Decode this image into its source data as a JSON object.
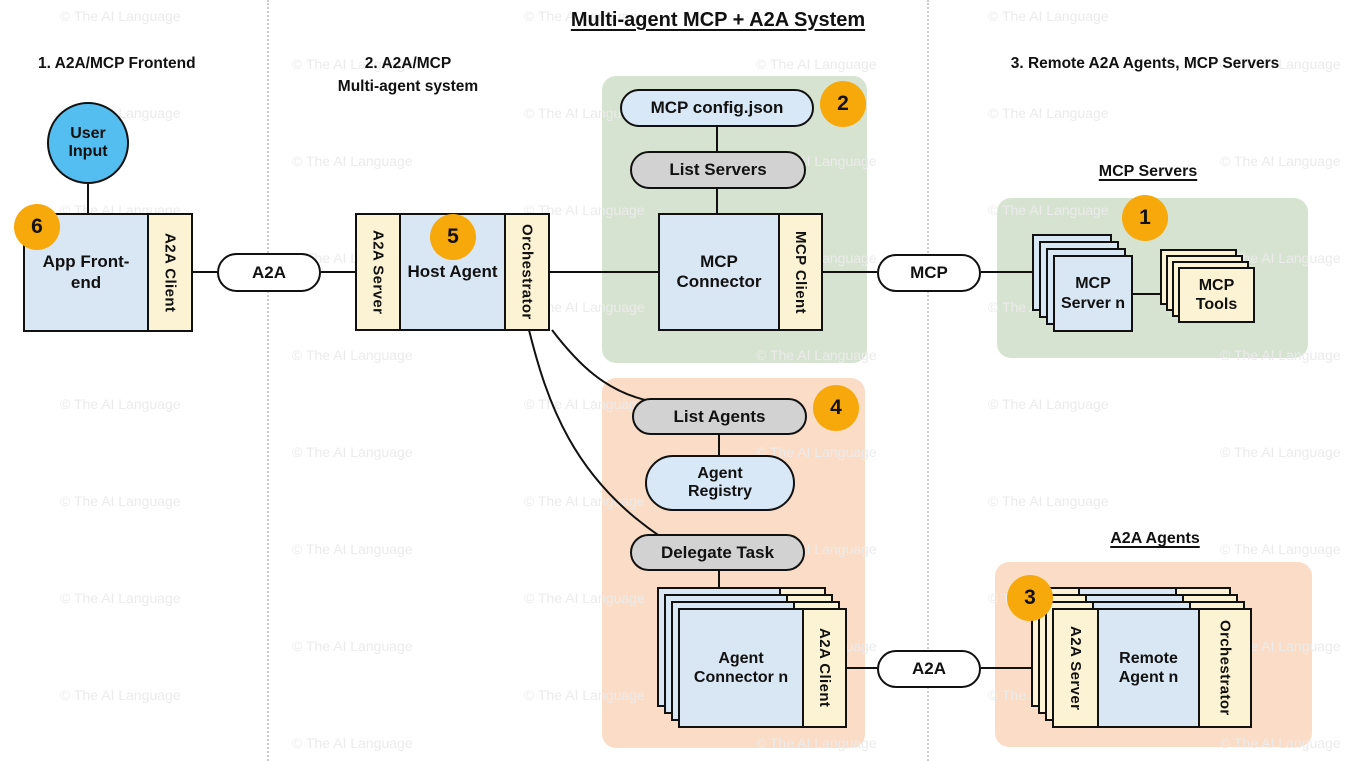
{
  "title": "Multi-agent MCP + A2A System",
  "watermark": {
    "text": "© The AI Language"
  },
  "sections": {
    "frontend": {
      "label": "1. A2A/MCP Frontend"
    },
    "system": {
      "line1": "2. A2A/MCP",
      "line2": "Multi-agent system"
    },
    "remote": {
      "label": "3. Remote A2A Agents, MCP Servers"
    }
  },
  "groups": {
    "mcp_servers_header": "MCP Servers",
    "a2a_agents_header": "A2A Agents"
  },
  "nodes": {
    "user_input": "User Input",
    "app_frontend": "App Front-end",
    "a2a_client": "A2A Client",
    "a2a_server": "A2A Server",
    "host_agent": "Host Agent",
    "orchestrator": "Orchestrator",
    "mcp_config": "MCP config.json",
    "list_servers": "List Servers",
    "mcp_connector": "MCP Connector",
    "mcp_client": "MCP Client",
    "mcp_server_n": "MCP Server n",
    "mcp_tools": "MCP Tools",
    "list_agents": "List Agents",
    "agent_registry": "Agent Registry",
    "delegate_task": "Delegate Task",
    "agent_connector_n": "Agent Connector n",
    "remote_agent_n": "Remote Agent n"
  },
  "connectors": {
    "a2a": "A2A",
    "mcp": "MCP"
  },
  "badges": {
    "one": "1",
    "two": "2",
    "three": "3",
    "four": "4",
    "five": "5",
    "six": "6"
  },
  "colors": {
    "green-group": "#D6E3D0",
    "orange-group": "#FBDCC6",
    "box-blue": "#D9E7F4",
    "strip-cream": "#FCF3D4",
    "pill-blue": "#D9E8F6",
    "pill-gray": "#D2D2D2",
    "badge-orange": "#F7A80B",
    "user-blue": "#55BEF0",
    "line": "#111111"
  }
}
